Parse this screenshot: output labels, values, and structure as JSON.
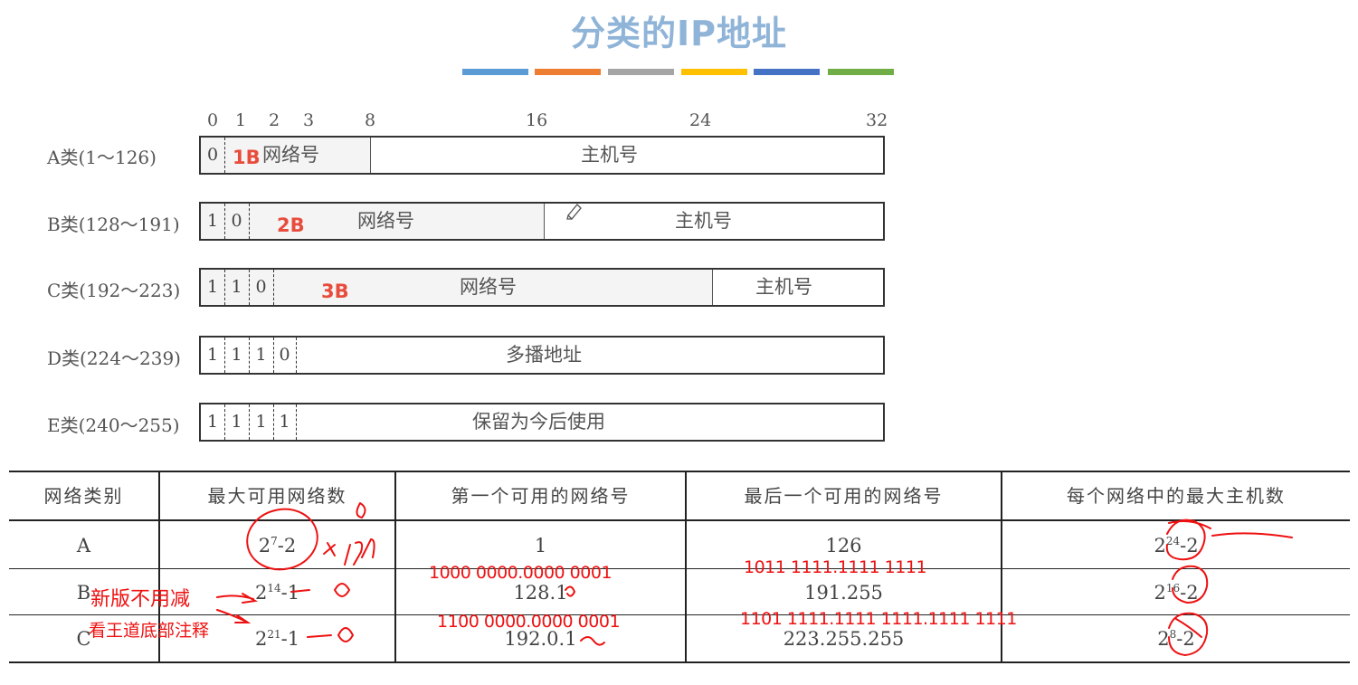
{
  "title": "分类的IP地址",
  "title_bar_colors": [
    "#5b9bd5",
    "#ed7d31",
    "#a5a5a5",
    "#ffc000",
    "#4472c4",
    "#70ad47"
  ],
  "bit_positions": [
    "0",
    "1",
    "2",
    "3",
    "8",
    "16",
    "24",
    "32"
  ],
  "classes": [
    {
      "label": "A类(1～126)",
      "prefix_bits": [
        "0"
      ],
      "network_label": "网络号",
      "host_label": "主机号",
      "bytes_note": "1B"
    },
    {
      "label": "B类(128～191)",
      "prefix_bits": [
        "1",
        "0"
      ],
      "network_label": "网络号",
      "host_label": "主机号",
      "bytes_note": "2B"
    },
    {
      "label": "C类(192～223)",
      "prefix_bits": [
        "1",
        "1",
        "0"
      ],
      "network_label": "网络号",
      "host_label": "主机号",
      "bytes_note": "3B"
    },
    {
      "label": "D类(224～239)",
      "prefix_bits": [
        "1",
        "1",
        "1",
        "0"
      ],
      "field_label": "多播地址"
    },
    {
      "label": "E类(240～255)",
      "prefix_bits": [
        "1",
        "1",
        "1",
        "1"
      ],
      "field_label": "保留为今后使用"
    }
  ],
  "table": {
    "headers": [
      "网络类别",
      "最大可用网络数",
      "第一个可用的网络号",
      "最后一个可用的网络号",
      "每个网络中的最大主机数"
    ],
    "rows": [
      {
        "class": "A",
        "max_networks": {
          "base": "2",
          "exp": "7",
          "suffix": "-2"
        },
        "first": "1",
        "last": "126",
        "max_hosts": {
          "base": "2",
          "exp": "24",
          "suffix": "-2"
        }
      },
      {
        "class": "B",
        "max_networks": {
          "base": "2",
          "exp": "14",
          "suffix": "-1"
        },
        "first": "128.1",
        "last": "191.255",
        "max_hosts": {
          "base": "2",
          "exp": "16",
          "suffix": "-2"
        }
      },
      {
        "class": "C",
        "max_networks": {
          "base": "2",
          "exp": "21",
          "suffix": "-1"
        },
        "first": "192.0.1",
        "last": "223.255.255",
        "max_hosts": {
          "base": "2",
          "exp": "8",
          "suffix": "-2"
        }
      }
    ]
  },
  "annotations": {
    "b_first_binary": "1000 0000.0000 0001",
    "b_last_binary": "1011 1111.1111 1111",
    "c_first_binary": "1100 0000.0000 0001",
    "c_last_binary": "1101 1111.1111 1111.1111 1111",
    "note_new_edition": "新版不用减",
    "note_footnote": "看王道底部注释",
    "ink_color": "#ee1111"
  }
}
